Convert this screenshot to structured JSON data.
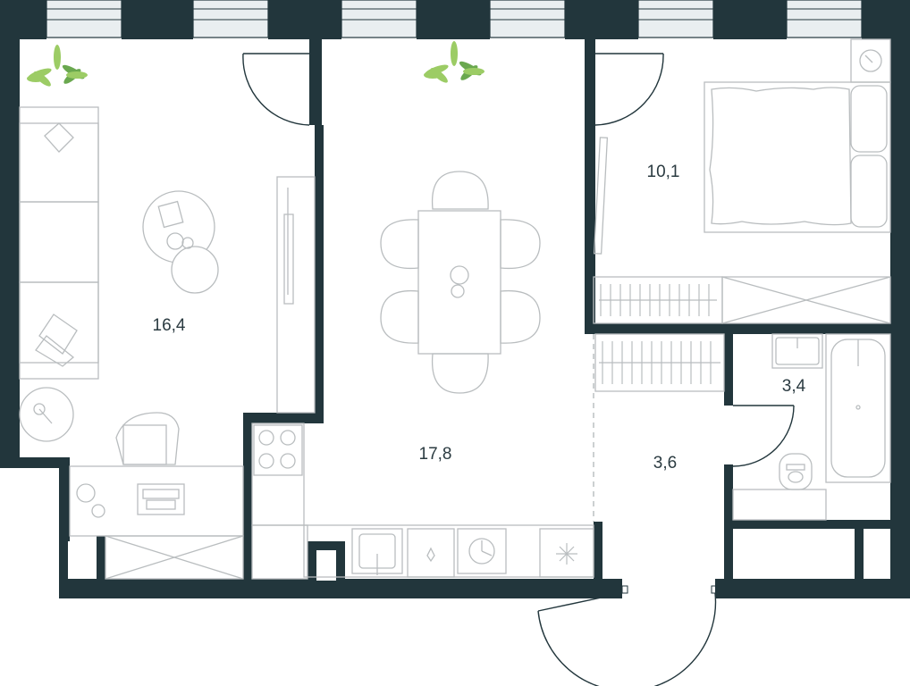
{
  "rooms": [
    {
      "name": "living-room",
      "area": "16,4"
    },
    {
      "name": "kitchen-dining",
      "area": "17,8"
    },
    {
      "name": "bedroom",
      "area": "10,1"
    },
    {
      "name": "bathroom",
      "area": "3,4"
    },
    {
      "name": "hallway",
      "area": "3,6"
    }
  ],
  "colors": {
    "walls": "#22363c",
    "furniture": "#b9bdbf",
    "plants": "#9ccc65",
    "text": "#2b3b41"
  },
  "icons": [
    "plant-icon",
    "sofa-icon",
    "bed-icon",
    "table-icon",
    "chair-icon",
    "stove-icon",
    "sink-icon",
    "bathtub-icon",
    "toilet-icon",
    "wardrobe-icon",
    "door-swing-icon",
    "window-icon"
  ]
}
